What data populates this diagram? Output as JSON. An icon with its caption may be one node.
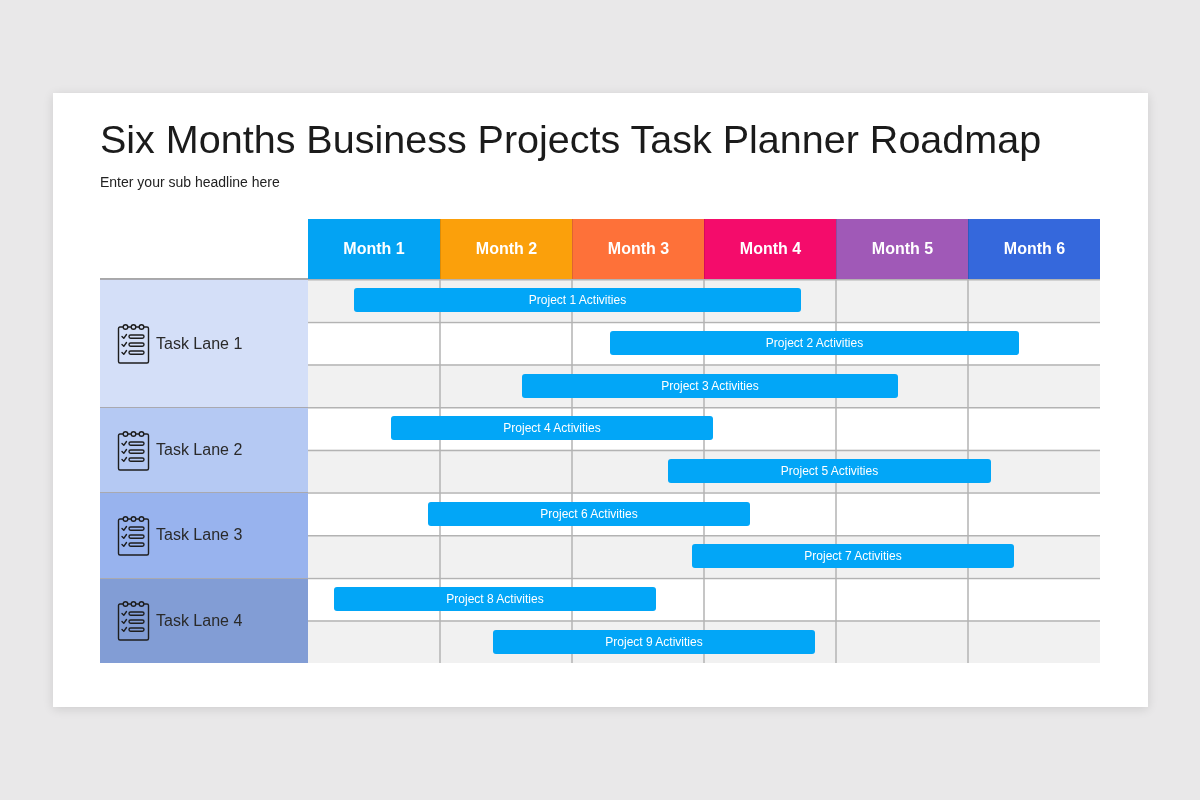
{
  "diagram": {
    "title": "Six Months Business Projects Task Planner Roadmap",
    "nodes": [
      {
        "text": [
          "Month 1"
        ]
      },
      {
        "text": [
          "Month 2"
        ]
      },
      {
        "text": [
          "Month 3"
        ]
      },
      {
        "text": [
          "Month 4"
        ]
      },
      {
        "text": [
          "Month 5"
        ]
      },
      {
        "text": [
          "Month 6"
        ]
      },
      {
        "text": [
          "Task Lane 1"
        ]
      },
      {
        "text": [
          "Project 1 Activities"
        ]
      },
      {
        "text": [
          "Project 2 Activities"
        ]
      },
      {
        "text": [
          "Project 3 Activities"
        ]
      },
      {
        "text": [
          "Task Lane 2"
        ]
      },
      {
        "text": [
          "Project 4 Activities"
        ]
      },
      {
        "text": [
          "Project 5 Activities"
        ]
      },
      {
        "text": [
          "Task Lane 3"
        ]
      },
      {
        "text": [
          "Project 6 Activities"
        ]
      },
      {
        "text": [
          "Project 7 Activities"
        ]
      },
      {
        "text": [
          "Task Lane 4"
        ]
      },
      {
        "text": [
          "Project 8 Activities"
        ]
      },
      {
        "text": [
          "Project 9 Activities"
        ]
      }
    ],
    "labels": [
      "Enter your sub headline here"
    ]
  }
}
